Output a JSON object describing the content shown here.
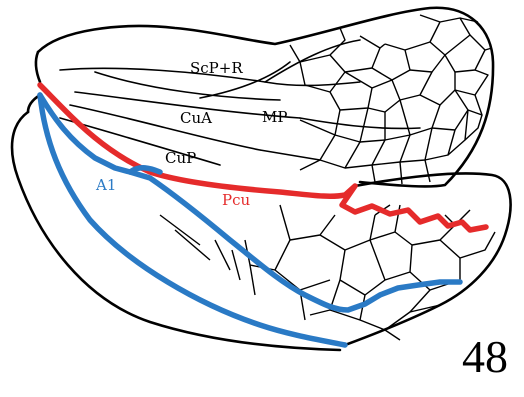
{
  "figure": {
    "number": "48",
    "labels": {
      "scp_r": "ScP+R",
      "mp": "MP",
      "cua": "CuA",
      "cup": "CuP",
      "a1": "A1",
      "pcu": "Pcu"
    },
    "colors": {
      "outline": "#000000",
      "pcu_vein": "#e52b2b",
      "a1_vein": "#2a7ac5",
      "background": "#ffffff"
    }
  }
}
